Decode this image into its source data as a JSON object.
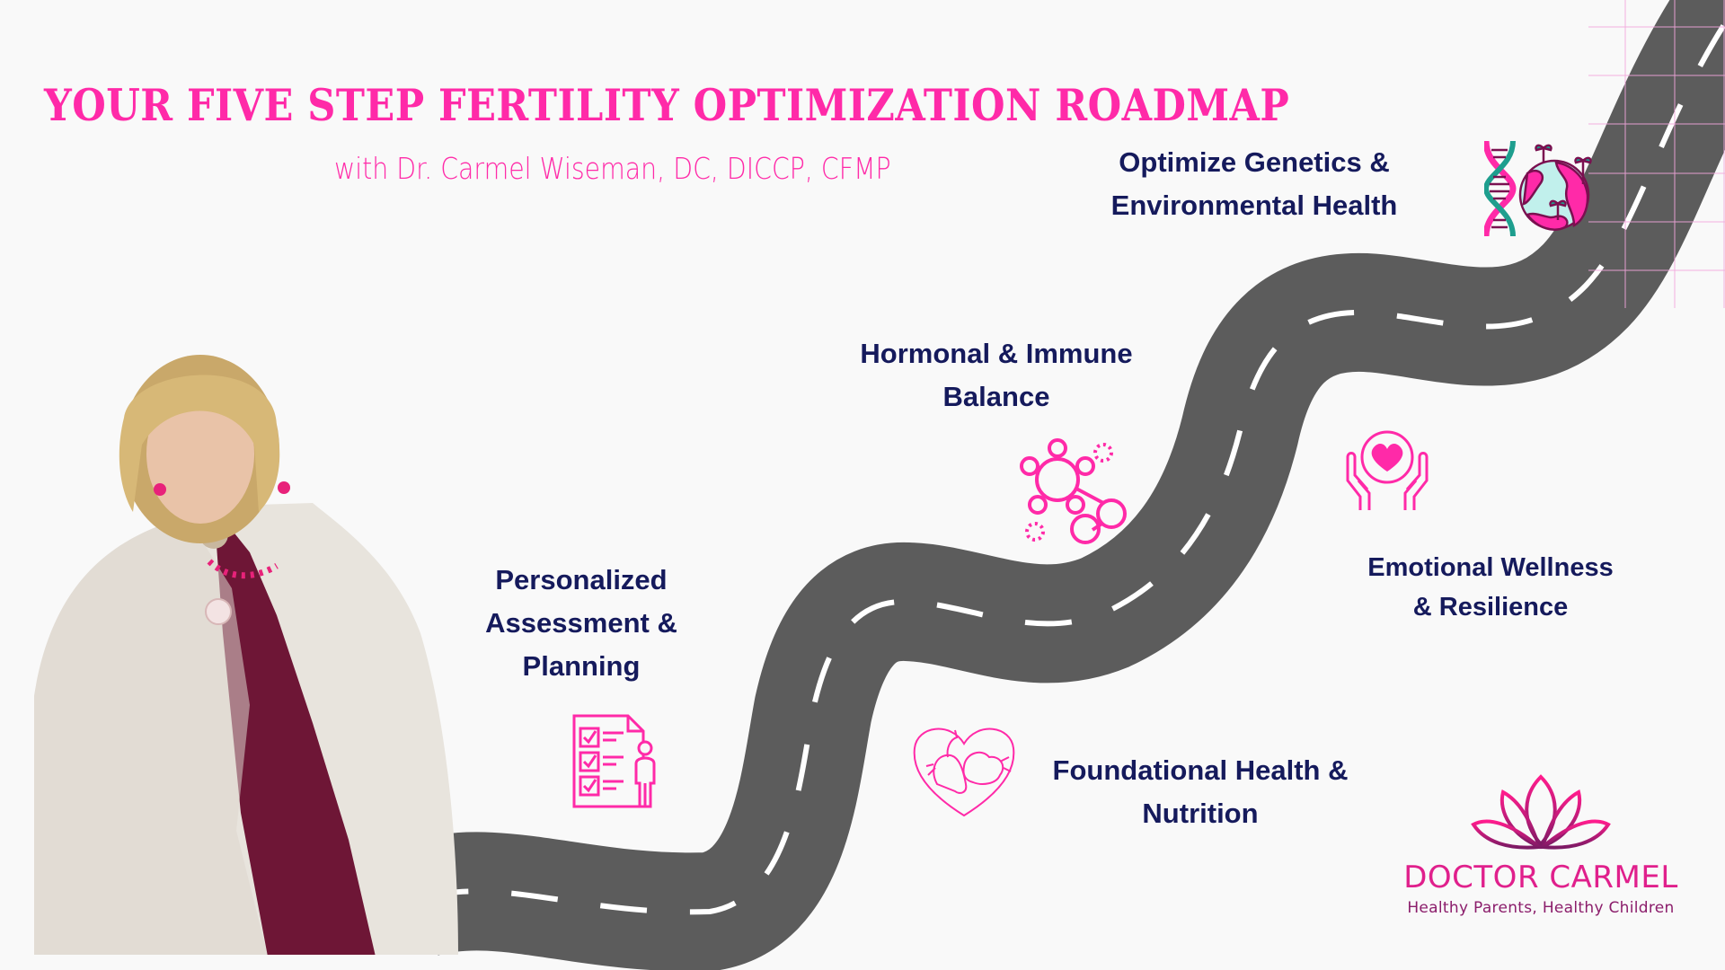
{
  "header": {
    "title": "YOUR FIVE STEP FERTILITY OPTIMIZATION ROADMAP",
    "subtitle": "with Dr. Carmel Wiseman, DC, DICCP, CFMP"
  },
  "steps": [
    {
      "lines": [
        "Personalized",
        "Assessment &",
        "Planning"
      ],
      "icon": "checklist-person-icon"
    },
    {
      "lines": [
        "Foundational Health &",
        "Nutrition"
      ],
      "icon": "heart-vegetables-icon"
    },
    {
      "lines": [
        "Hormonal & Immune",
        "Balance"
      ],
      "icon": "molecule-icon"
    },
    {
      "lines": [
        "Emotional Wellness",
        "& Resilience"
      ],
      "icon": "hands-heart-icon"
    },
    {
      "lines": [
        "Optimize Genetics &",
        "Environmental Health"
      ],
      "icon": "dna-globe-icon"
    }
  ],
  "logo": {
    "brand": "DOCTOR CARMEL",
    "tagline": "Healthy Parents, Healthy Children",
    "icon": "lotus-icon"
  },
  "colors": {
    "accent_pink": "#ff2aa8",
    "text_navy": "#151a5c",
    "road_gray": "#5c5c5c",
    "background": "#f9f9f9",
    "logo_magenta": "#e0208c",
    "logo_purple": "#8b1d6b"
  }
}
